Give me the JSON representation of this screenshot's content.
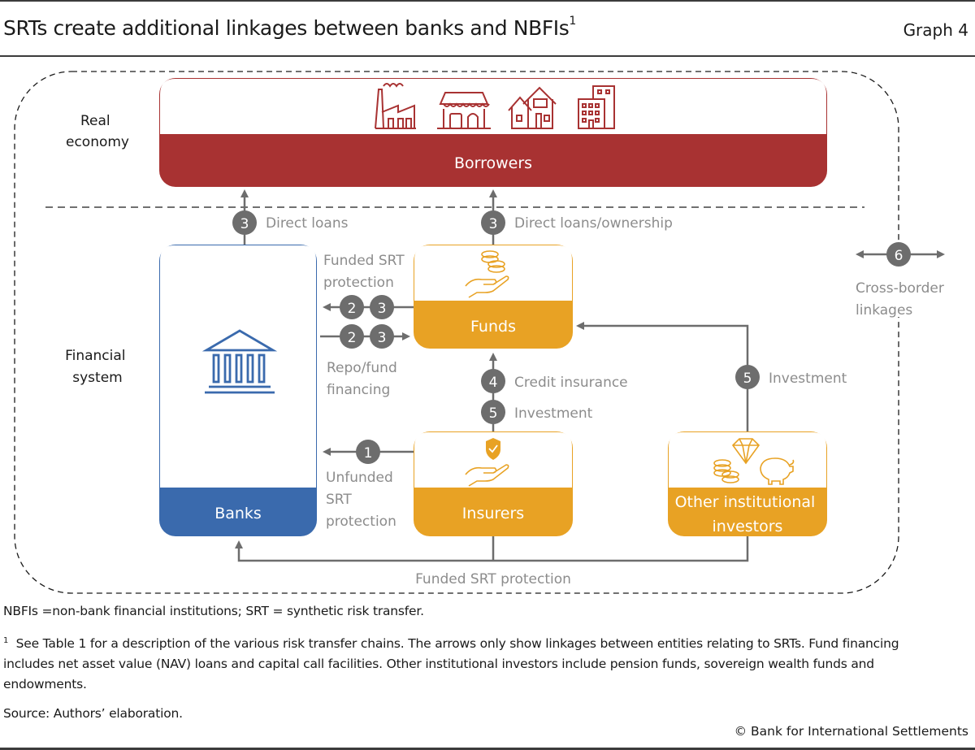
{
  "header": {
    "title": "SRTs create additional linkages between banks and NBFIs",
    "title_footnote": "1",
    "graph_label": "Graph 4"
  },
  "zones": {
    "real_economy": [
      "Real",
      "economy"
    ],
    "financial_system": [
      "Financial",
      "system"
    ]
  },
  "colors": {
    "borrowers": "#a83232",
    "banks": "#3a6aad",
    "nbfi": "#e8a224",
    "arrow": "#6d6d6d",
    "label": "#8c8c8c"
  },
  "nodes": {
    "borrowers": {
      "label": "Borrowers",
      "icons": [
        "factory-icon",
        "shop-icon",
        "houses-icon",
        "office-building-icon"
      ]
    },
    "banks": {
      "label": "Banks",
      "icon": "bank-building-icon"
    },
    "funds": {
      "label": "Funds",
      "icon": "hand-coins-icon"
    },
    "insurers": {
      "label": "Insurers",
      "icon": "hand-shield-icon"
    },
    "other": {
      "label": [
        "Other institutional",
        "investors"
      ],
      "icon": "diamond-coins-piggybank-icon"
    }
  },
  "links": {
    "banks_to_borrowers": {
      "badges": [
        "3"
      ],
      "label": "Direct loans"
    },
    "funds_to_borrowers": {
      "badges": [
        "3"
      ],
      "label": "Direct loans/ownership"
    },
    "funds_to_banks": {
      "badges": [
        "2",
        "3"
      ],
      "label": [
        "Funded SRT",
        "protection"
      ]
    },
    "banks_to_funds": {
      "badges": [
        "2",
        "3"
      ],
      "label": [
        "Repo/fund",
        "financing"
      ]
    },
    "insurers_to_funds": {
      "badges": [
        "4",
        "5"
      ],
      "labels": [
        "Credit insurance",
        "Investment"
      ]
    },
    "other_to_funds": {
      "badges": [
        "5"
      ],
      "label": "Investment"
    },
    "insurers_to_banks": {
      "badges": [
        "1"
      ],
      "label": [
        "Unfunded",
        "SRT",
        "protection"
      ]
    },
    "nbfi_to_banks_bottom": {
      "label": "Funded SRT protection"
    },
    "cross_border": {
      "badges": [
        "6"
      ],
      "label": [
        "Cross-border",
        "linkages"
      ]
    }
  },
  "footer": {
    "abbrev": "NBFIs =non-bank financial institutions; SRT = synthetic risk transfer.",
    "note_marker": "1",
    "note_lines": [
      "See Table 1 for a description of the various risk transfer chains. The arrows only show linkages between entities relating to SRTs. Fund financing",
      "includes net asset value (NAV) loans and capital call facilities. Other institutional investors include pension funds, sovereign wealth funds and",
      "endowments."
    ],
    "source": "Source: Authors’ elaboration.",
    "copyright": "© Bank for International Settlements"
  }
}
